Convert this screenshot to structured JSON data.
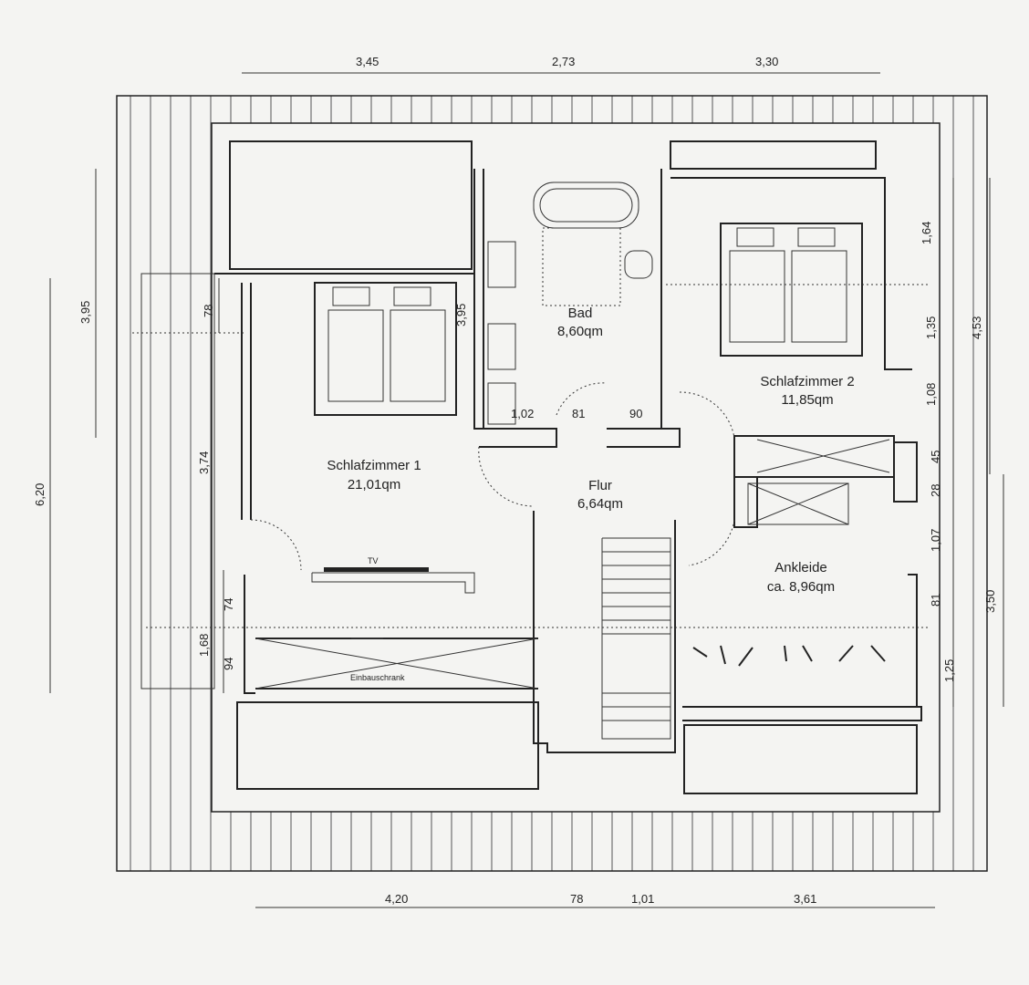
{
  "rooms": {
    "bad": {
      "name": "Bad",
      "area": "8,60qm"
    },
    "schlafzimmer1": {
      "name": "Schlafzimmer 1",
      "area": "21,01qm"
    },
    "schlafzimmer2": {
      "name": "Schlafzimmer 2",
      "area": "11,85qm"
    },
    "flur": {
      "name": "Flur",
      "area": "6,64qm"
    },
    "ankleide": {
      "name": "Ankleide",
      "area": "ca. 8,96qm"
    }
  },
  "labels": {
    "tv": "TV",
    "einbauschrank": "Einbauschrank"
  },
  "dimensions": {
    "top": [
      "3,45",
      "2,73",
      "3,30"
    ],
    "bottom": [
      "4,20",
      "78",
      "1,01",
      "3,61"
    ],
    "left": [
      "3,95",
      "6,20",
      "78",
      "3,74",
      "74",
      "1,68",
      "94"
    ],
    "right_inner": [
      "1,64",
      "1,35",
      "1,08",
      "45",
      "28",
      "1,07",
      "81",
      "1,25"
    ],
    "right_outer": [
      "4,53",
      "3,50"
    ],
    "interior": [
      "3,95",
      "1,02",
      "81",
      "90"
    ]
  },
  "colors": {
    "line": "#222222",
    "paper": "#f4f4f2"
  }
}
